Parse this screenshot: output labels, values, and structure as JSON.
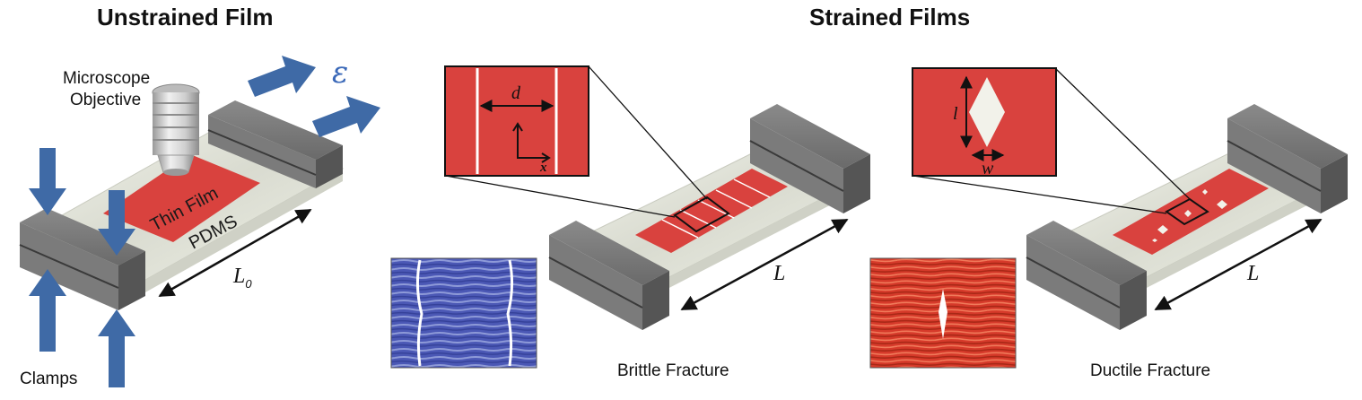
{
  "headings": {
    "unstrained": "Unstrained Film",
    "strained": "Strained Films"
  },
  "labels": {
    "microscope_objective_line1": "Microscope",
    "microscope_objective_line2": "Objective",
    "strain_symbol": "ε",
    "thin_film": "Thin Film",
    "pdms": "PDMS",
    "clamps": "Clamps",
    "unstrained_length": "L",
    "unstrained_length_subscript": "0",
    "strained_length_brittle": "L",
    "strained_length_ductile": "L",
    "crack_spacing": "d",
    "axis_x": "x",
    "void_length": "l",
    "void_width": "w",
    "brittle_caption": "Brittle Fracture",
    "ductile_caption": "Ductile Fracture"
  },
  "colors": {
    "film_red": "#d9423e",
    "pdms": "#e4e6dc",
    "clamp_gray": "#707070",
    "arrow_blue": "#3f6aa6",
    "micrograph_blue": "#4b58b5",
    "micrograph_red": "#d63a2a"
  }
}
